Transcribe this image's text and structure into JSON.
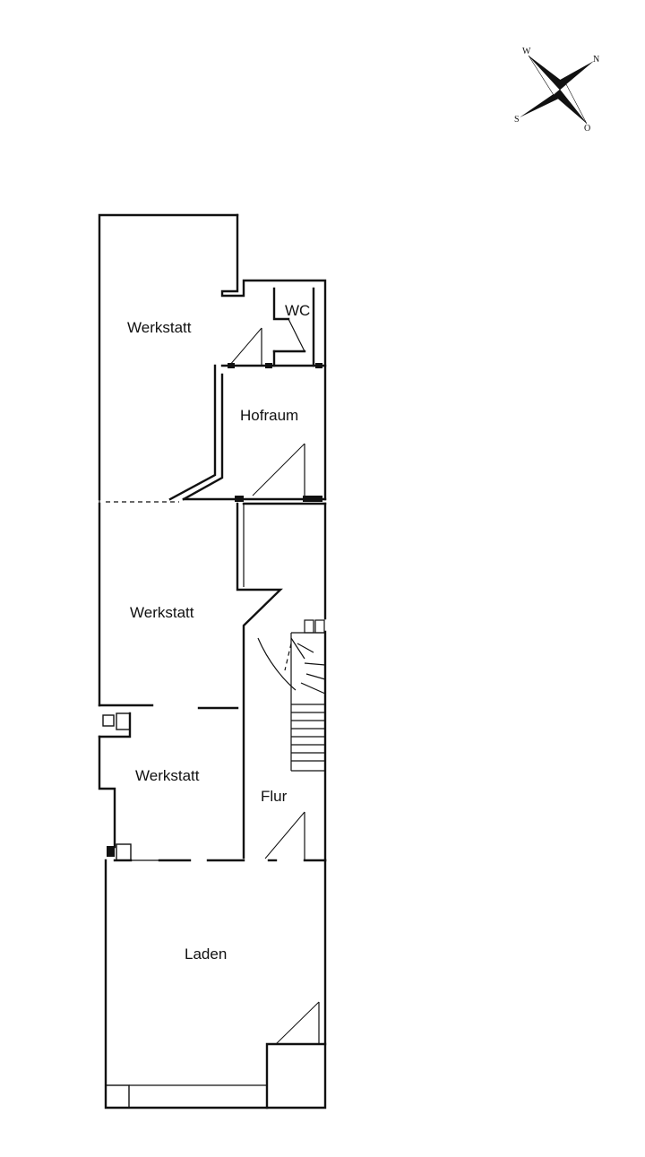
{
  "rooms": {
    "werkstatt_top": "Werkstatt",
    "wc": "WC",
    "hofraum": "Hofraum",
    "werkstatt_middle": "Werkstatt",
    "werkstatt_lower": "Werkstatt",
    "flur": "Flur",
    "laden": "Laden"
  },
  "compass": {
    "north": "N",
    "west": "W",
    "east": "O",
    "south": "S"
  }
}
